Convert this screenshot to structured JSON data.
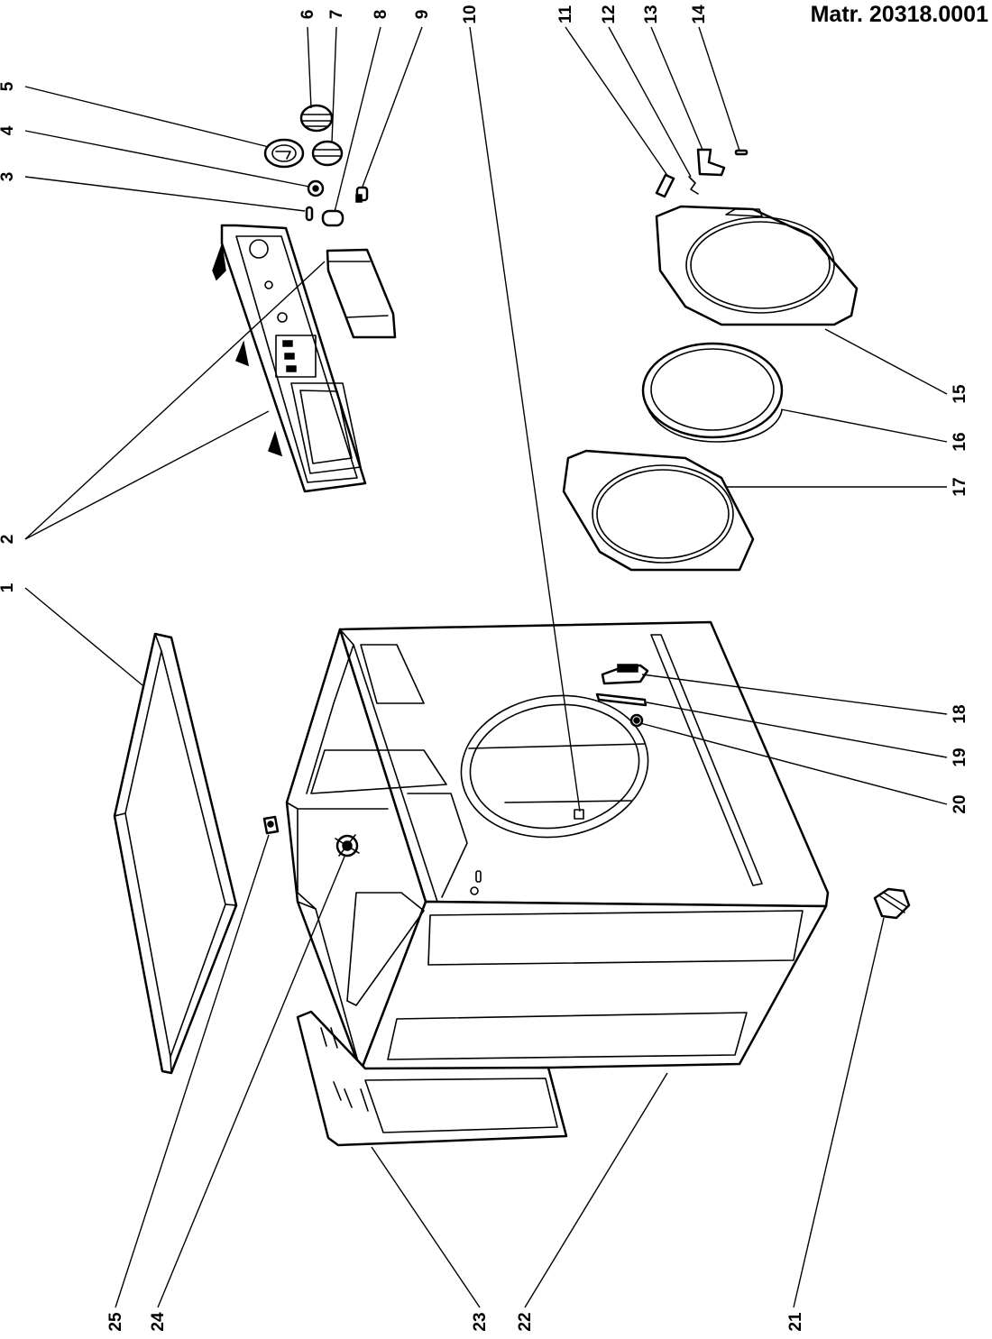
{
  "header": {
    "matr_label": "Matr. 20318.0001"
  },
  "callouts": [
    {
      "id": "c1",
      "label": "1"
    },
    {
      "id": "c2",
      "label": "2"
    },
    {
      "id": "c3",
      "label": "3"
    },
    {
      "id": "c4",
      "label": "4"
    },
    {
      "id": "c5",
      "label": "5"
    },
    {
      "id": "c6",
      "label": "6"
    },
    {
      "id": "c7",
      "label": "7"
    },
    {
      "id": "c8",
      "label": "8"
    },
    {
      "id": "c9",
      "label": "9"
    },
    {
      "id": "c10",
      "label": "10"
    },
    {
      "id": "c11",
      "label": "11"
    },
    {
      "id": "c12",
      "label": "12"
    },
    {
      "id": "c13",
      "label": "13"
    },
    {
      "id": "c14",
      "label": "14"
    },
    {
      "id": "c15",
      "label": "15"
    },
    {
      "id": "c16",
      "label": "16"
    },
    {
      "id": "c17",
      "label": "17"
    },
    {
      "id": "c18",
      "label": "18"
    },
    {
      "id": "c19",
      "label": "19"
    },
    {
      "id": "c20",
      "label": "20"
    },
    {
      "id": "c21",
      "label": "21"
    },
    {
      "id": "c22",
      "label": "22"
    },
    {
      "id": "c23",
      "label": "23"
    },
    {
      "id": "c24",
      "label": "24"
    },
    {
      "id": "c25",
      "label": "25"
    }
  ]
}
